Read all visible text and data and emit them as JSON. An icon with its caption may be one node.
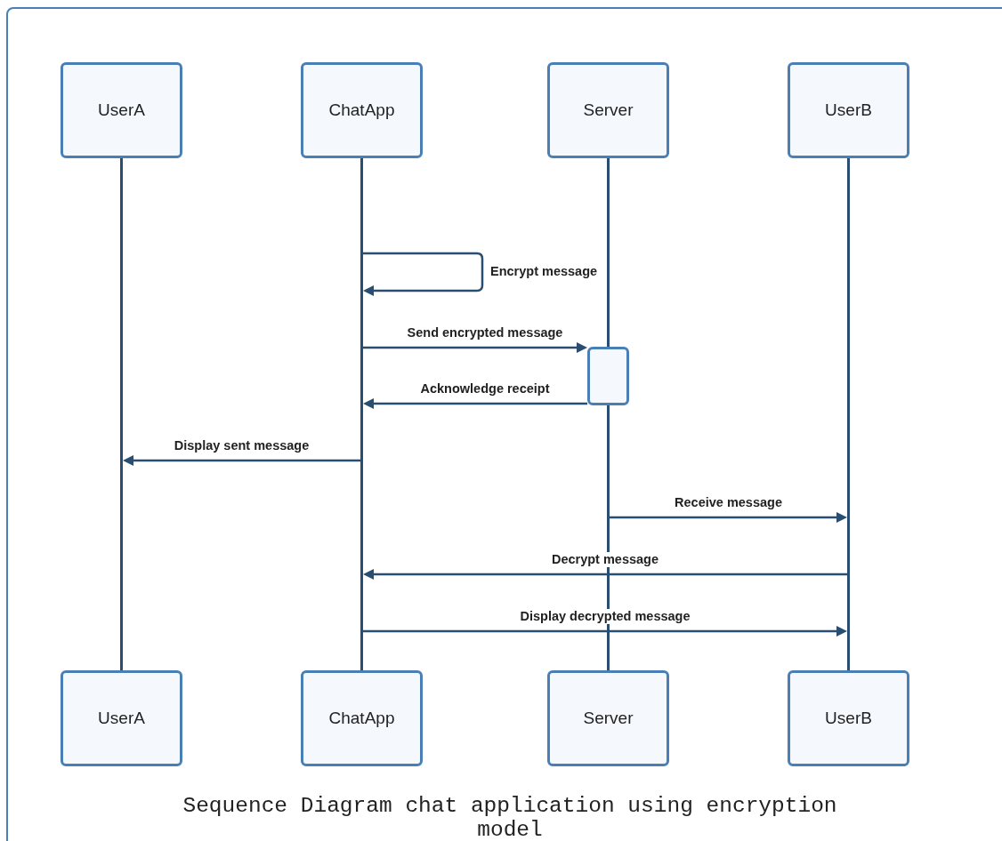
{
  "diagram": {
    "caption": "Sequence Diagram chat application using encryption model",
    "nodes": [
      {
        "text": [
          "UserA"
        ]
      },
      {
        "text": [
          "ChatApp"
        ]
      },
      {
        "text": [
          "Server"
        ]
      },
      {
        "text": [
          "UserB"
        ]
      },
      {
        "text": [
          "UserA"
        ]
      },
      {
        "text": [
          "ChatApp"
        ]
      },
      {
        "text": [
          "Server"
        ]
      },
      {
        "text": [
          "UserB"
        ]
      },
      {
        "text": [],
        "shape": "line"
      },
      {
        "text": [],
        "shape": "line"
      },
      {
        "text": [],
        "shape": "line"
      },
      {
        "text": [],
        "shape": "line"
      },
      {
        "text": [],
        "shape": "box"
      }
    ],
    "edges": [
      {
        "from": 9,
        "to": 9,
        "arrow": "to",
        "label": "Encrypt message"
      },
      {
        "from": 9,
        "to": 12,
        "arrow": "to",
        "label": "Send encrypted message"
      },
      {
        "from": 12,
        "to": 9,
        "arrow": "to",
        "label": "Acknowledge receipt"
      },
      {
        "from": 9,
        "to": 8,
        "arrow": "to",
        "label": "Display sent message"
      },
      {
        "from": 10,
        "to": 11,
        "arrow": "to",
        "label": "Receive message"
      },
      {
        "from": 11,
        "to": 9,
        "arrow": "to",
        "label": "Decrypt message"
      },
      {
        "from": 9,
        "to": 11,
        "arrow": "to",
        "label": "Display decrypted message"
      }
    ]
  }
}
